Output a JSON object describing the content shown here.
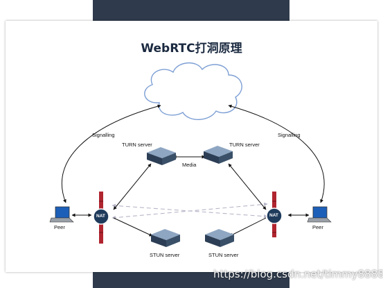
{
  "title": "WebRTC打洞原理",
  "labels": {
    "signalling_left": "Signalling",
    "signalling_right": "Signalling",
    "turn_left": "TURN server",
    "turn_right": "TURN server",
    "media": "Media",
    "stun_left": "STUN server",
    "stun_right": "STUN server",
    "peer_left": "Peer",
    "peer_right": "Peer",
    "nat_left": "NAT",
    "nat_right": "NAT"
  },
  "watermark": "https://blog.csdn.net/timmy88888",
  "colors": {
    "background_band": "#2f3b4c",
    "server": "#3a5068",
    "nat_wall": "#b0252f",
    "nat_badge": "#1f3b5c",
    "dashed_link": "#b6b6c8"
  },
  "icons": [
    "cloud-icon",
    "server-icon",
    "laptop-icon",
    "firewall-icon"
  ]
}
